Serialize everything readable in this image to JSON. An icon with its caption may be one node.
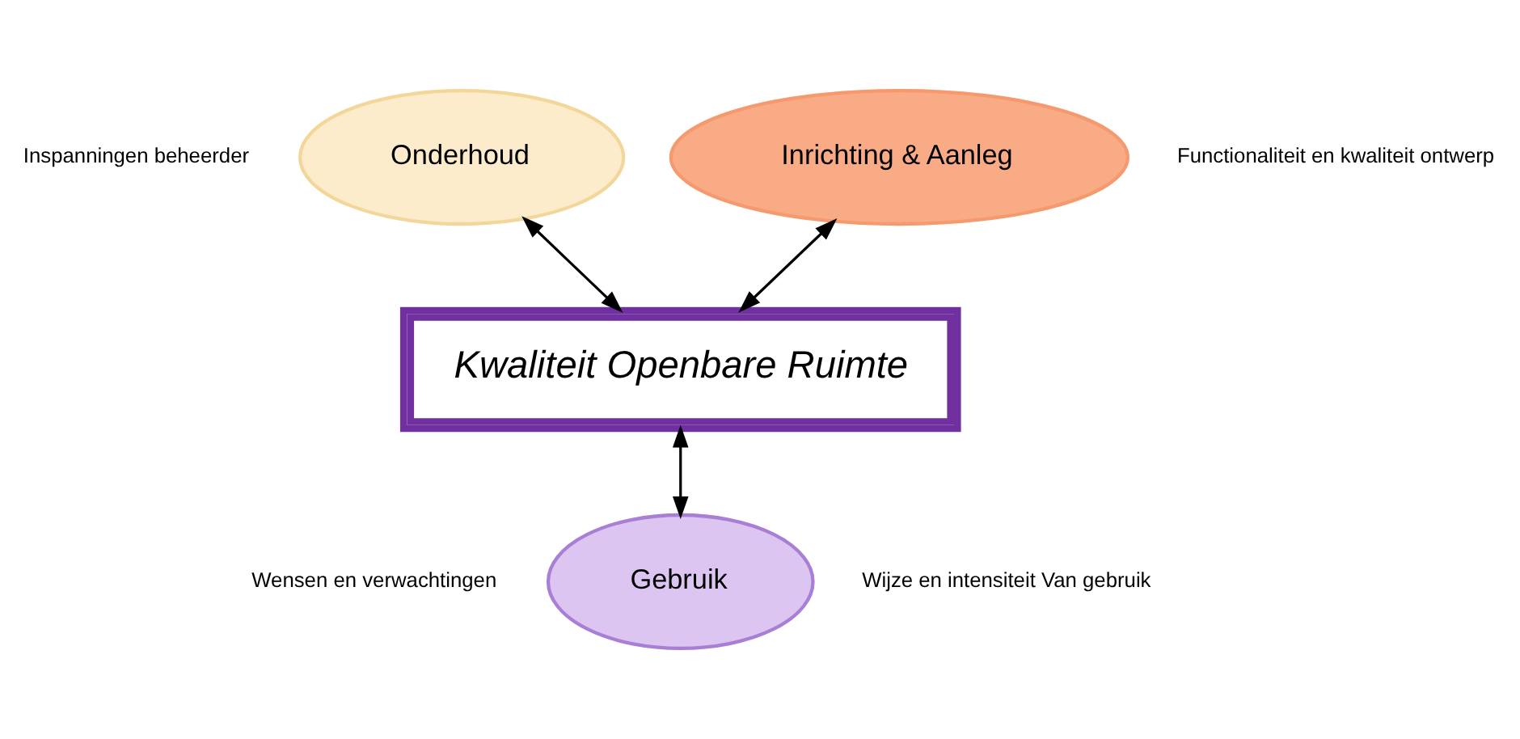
{
  "diagram": {
    "nodes": [
      {
        "text": [
          "Kwaliteit Openbare Ruimte"
        ]
      },
      {
        "text": [
          "Onderhoud"
        ],
        "beside": [
          "Inspanningen beheerder"
        ]
      },
      {
        "text": [
          "Inrichting & Aanleg"
        ],
        "beside": [
          "Functionaliteit en kwaliteit ontwerp"
        ]
      },
      {
        "text": [
          "Gebruik"
        ],
        "beside": [
          "Wensen en verwachtingen",
          "Wijze en intensiteit Van gebruik"
        ]
      }
    ],
    "edges": [
      {
        "from": 1,
        "to": 0,
        "arrow": "both"
      },
      {
        "from": 2,
        "to": 0,
        "arrow": "both"
      },
      {
        "from": 0,
        "to": 3,
        "arrow": "both"
      }
    ]
  }
}
